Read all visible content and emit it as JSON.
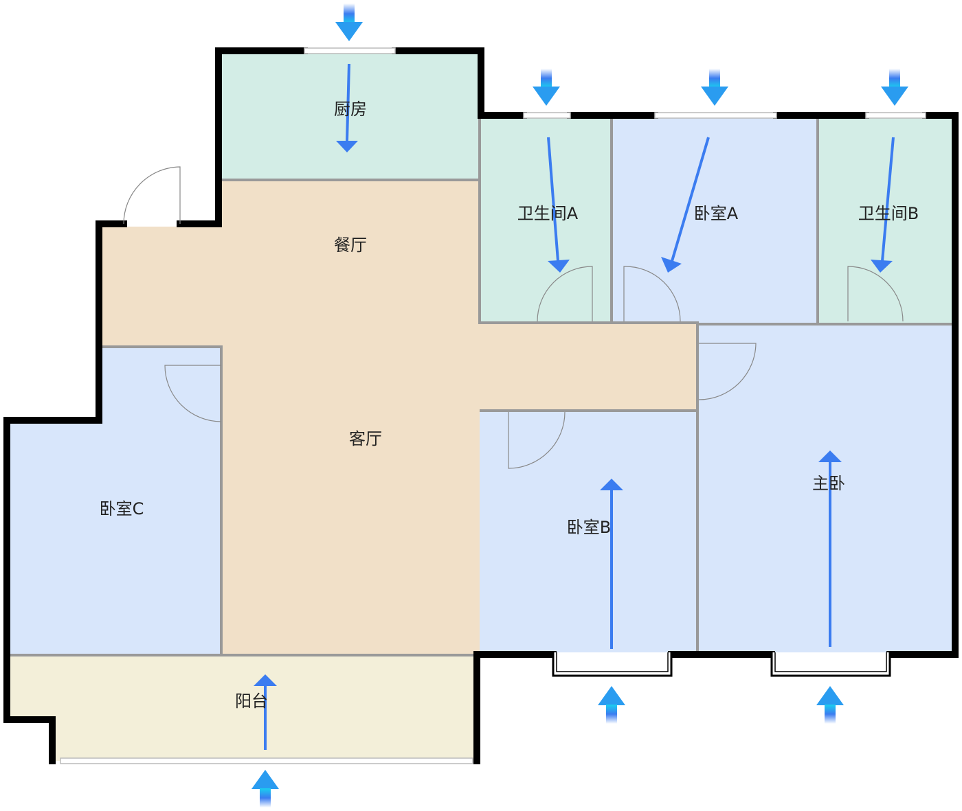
{
  "rooms": {
    "kitchen": "厨房",
    "dining": "餐厅",
    "living": "客厅",
    "bathroom_a": "卫生间A",
    "bedroom_a": "卧室A",
    "bathroom_b": "卫生间B",
    "bedroom_b": "卧室B",
    "bedroom_c": "卧室C",
    "master_bedroom": "主卧",
    "balcony": "阳台"
  },
  "colors": {
    "kitchen_bath": "#d3ede6",
    "living": "#f1e0c8",
    "bedroom": "#d8e6fb",
    "balcony": "#f3efd9",
    "airflow": "#3b7cf0"
  }
}
